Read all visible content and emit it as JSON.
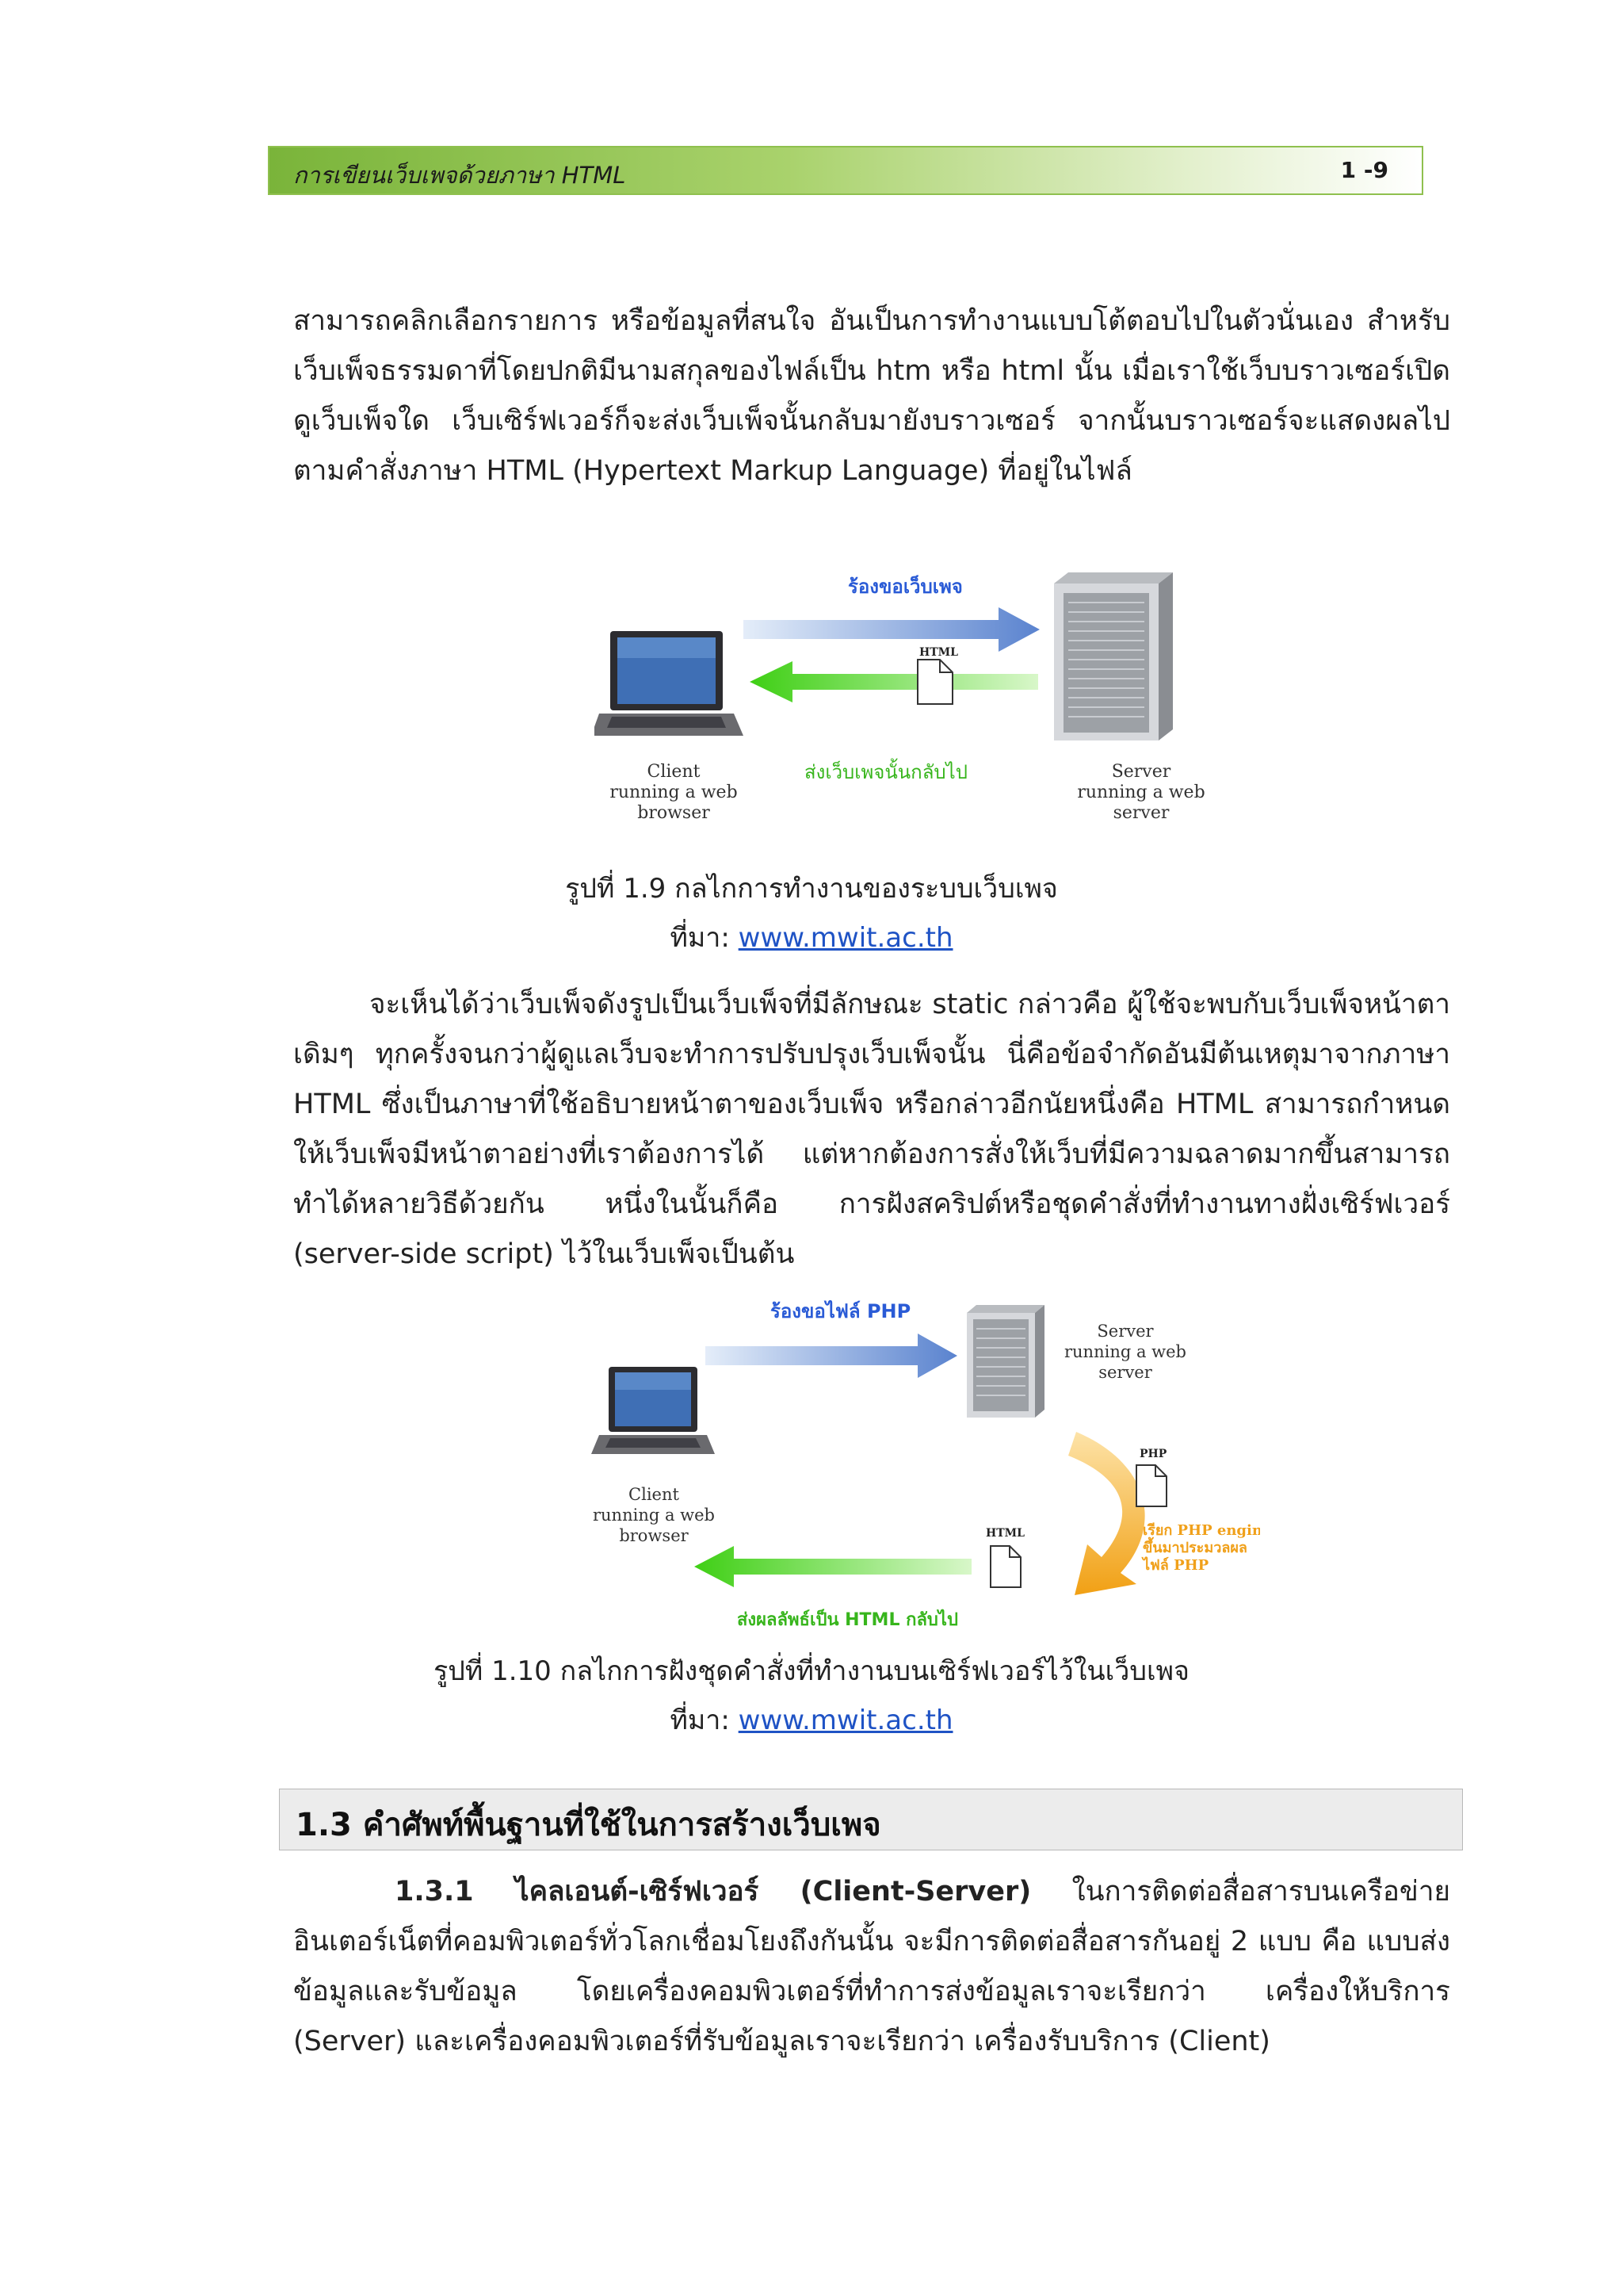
{
  "header": {
    "title": "การเขียนเว็บเพจด้วยภาษา HTML",
    "page_number": "1 -9"
  },
  "intro_paragraph": "สามารถคลิกเลือกรายการ หรือข้อมูลที่สนใจ อันเป็นการทำงานแบบโต้ตอบไปในตัวนั่นเอง สำหรับเว็บเพ็จธรรมดาที่โดยปกติมีนามสกุลของไฟล์เป็น htm หรือ html นั้น เมื่อเราใช้เว็บบราวเซอร์เปิดดูเว็บเพ็จใด เว็บเซิร์ฟเวอร์ก็จะส่งเว็บเพ็จนั้นกลับมายังบราวเซอร์ จากนั้นบราวเซอร์จะแสดงผลไปตามคำสั่งภาษา HTML (Hypertext Markup Language) ที่อยู่ในไฟล์",
  "figure1": {
    "request_label": "ร้องขอเว็บเพจ",
    "response_label": "ส่งเว็บเพจนั้นกลับไป",
    "doc_label": "HTML",
    "client_label": [
      "Client",
      "running a web",
      "browser"
    ],
    "server_label": [
      "Server",
      "running a web",
      "server"
    ],
    "caption": "รูปที่ 1.9 กลไกการทำงานของระบบเว็บเพจ",
    "source_prefix": "ที่มา: ",
    "source_link": "www.mwit.ac.th"
  },
  "body_paragraph": "จะเห็นได้ว่าเว็บเพ็จดังรูปเป็นเว็บเพ็จที่มีลักษณะ static กล่าวคือ ผู้ใช้จะพบกับเว็บเพ็จหน้าตาเดิมๆ ทุกครั้งจนกว่าผู้ดูแลเว็บจะทำการปรับปรุงเว็บเพ็จนั้น นี่คือข้อจำกัดอันมีต้นเหตุมาจากภาษา HTML ซึ่งเป็นภาษาที่ใช้อธิบายหน้าตาของเว็บเพ็จ หรือกล่าวอีกนัยหนึ่งคือ HTML สามารถกำหนดให้เว็บเพ็จมีหน้าตาอย่างที่เราต้องการได้ แต่หากต้องการสั่งให้เว็บที่มีความฉลาดมากขึ้นสามารถทำได้หลายวิธีด้วยกัน หนึ่งในนั้นก็คือ การฝังสคริปต์หรือชุดคำสั่งที่ทำงานทางฝั่งเซิร์ฟเวอร์ (server-side script) ไว้ในเว็บเพ็จเป็นต้น",
  "figure2": {
    "request_label": "ร้องขอไฟล์ PHP",
    "response_label": "ส่งผลลัพธ์เป็น HTML กลับไป",
    "php_label": "PHP",
    "html_label": "HTML",
    "engine_label": [
      "เรียก PHP engine",
      "ขึ้นมาประมวลผล",
      "ไฟล์ PHP"
    ],
    "client_label": [
      "Client",
      "running a web",
      "browser"
    ],
    "server_label": [
      "Server",
      "running a web",
      "server"
    ],
    "caption": "รูปที่ 1.10 กลไกการฝังชุดคำสั่งที่ทำงานบนเซิร์ฟเวอร์ไว้ในเว็บเพจ",
    "source_prefix": "ที่มา: ",
    "source_link": "www.mwit.ac.th"
  },
  "section_heading": "1.3 คำศัพท์พื้นฐานที่ใช้ในการสร้างเว็บเพจ",
  "subsection": {
    "lead": "1.3.1 ไคลเอนต์-เซิร์ฟเวอร์ (Client-Server)",
    "text": " ในการติดต่อสื่อสารบนเครือข่ายอินเตอร์เน็ตที่คอมพิวเตอร์ทั่วโลกเชื่อมโยงถึงกันนั้น จะมีการติดต่อสื่อสารกันอยู่ 2 แบบ คือ แบบส่งข้อมูลและรับข้อมูล โดยเครื่องคอมพิวเตอร์ที่ทำการส่งข้อมูลเราจะเรียกว่า เครื่องให้บริการ (Server) และเครื่องคอมพิวเตอร์ที่รับข้อมูลเราจะเรียกว่า เครื่องรับบริการ (Client)"
  }
}
